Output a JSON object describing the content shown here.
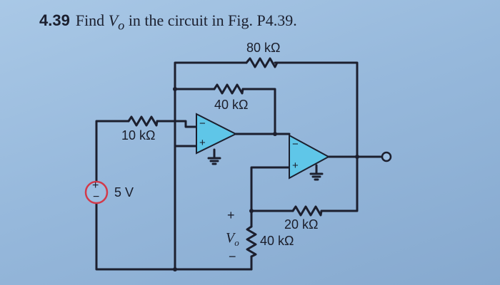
{
  "problem": {
    "number": "4.39",
    "statement_before": "Find ",
    "vo_symbol": "V",
    "vo_subscript": "o",
    "statement_after": " in the circuit in Fig. P4.39."
  },
  "components": {
    "r_feedback_outer": "80 kΩ",
    "r_feedback_inner": "40 kΩ",
    "r_input": "10 kΩ",
    "r_second_stage": "20 kΩ",
    "r_load": "40 kΩ",
    "source_value": "5 V",
    "source_plus": "+",
    "source_minus": "−"
  },
  "opamps": {
    "opamp1": {
      "inv": "−",
      "noninv": "+"
    },
    "opamp2": {
      "inv": "−",
      "noninv": "+"
    }
  },
  "output_measure": {
    "plus": "+",
    "minus": "−",
    "label": "V",
    "subscript": "o"
  },
  "colors": {
    "wire": "#1c1f2e",
    "opamp_fill": "#5fc6e8",
    "source_stroke": "#d23a4a",
    "background": "#9dbfe1"
  }
}
